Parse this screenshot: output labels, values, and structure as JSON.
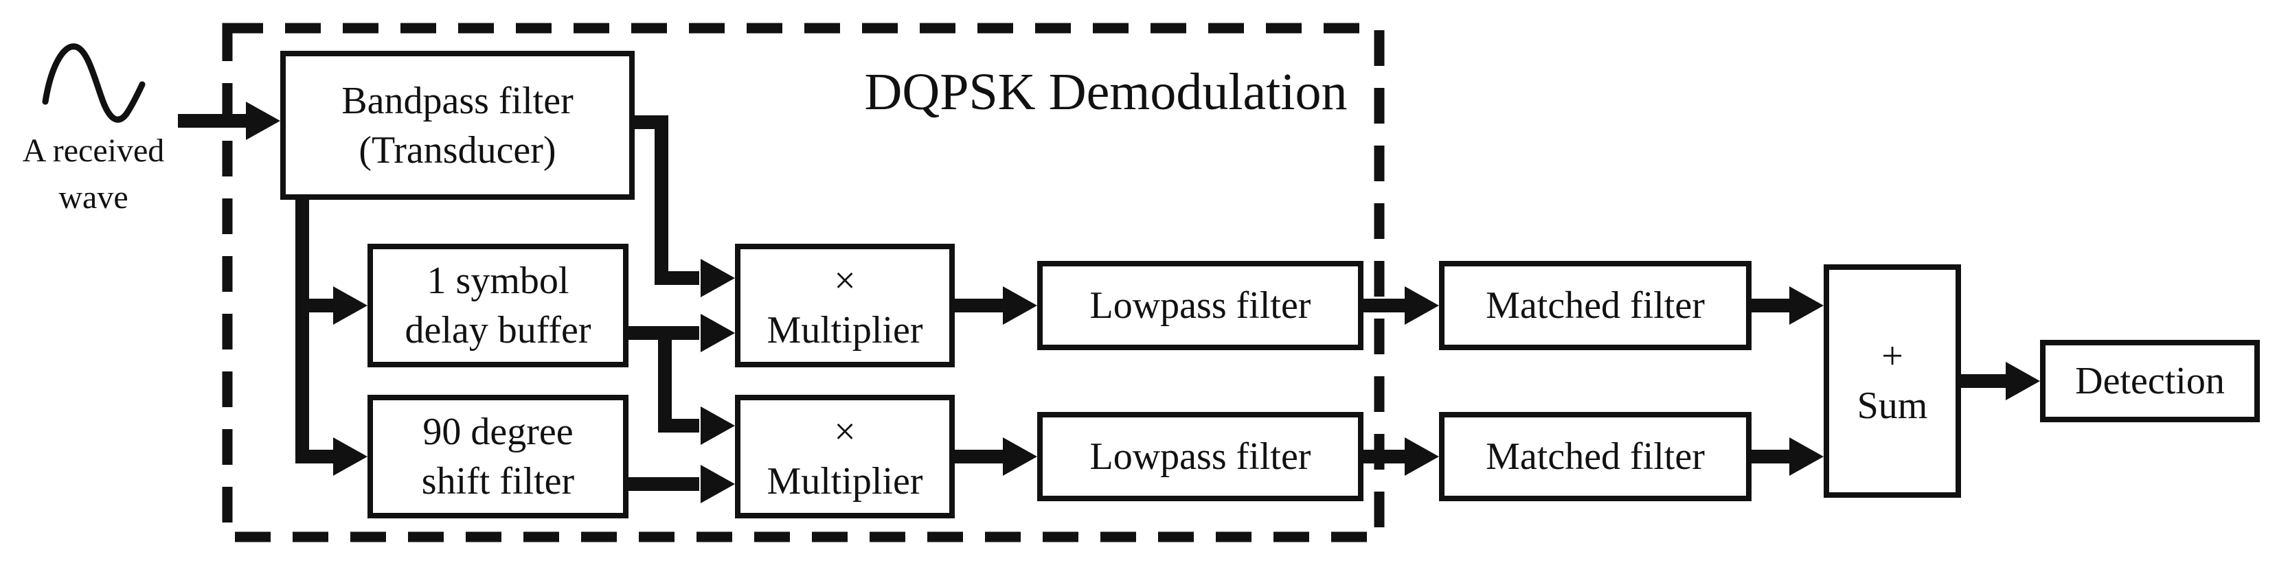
{
  "diagram": {
    "title": "DQPSK Demodulation",
    "source": {
      "icon": "sine-wave-icon",
      "label_line1": "A received",
      "label_line2": "wave"
    },
    "blocks": {
      "bandpass": {
        "line1": "Bandpass filter",
        "line2": "(Transducer)"
      },
      "delay_buffer": {
        "line1": "1 symbol",
        "line2": "delay buffer"
      },
      "phase_shift": {
        "line1": "90 degree",
        "line2": "shift filter"
      },
      "multiplier_i": {
        "line1": "×",
        "line2": "Multiplier"
      },
      "multiplier_q": {
        "line1": "×",
        "line2": "Multiplier"
      },
      "lowpass_i": {
        "label": "Lowpass filter"
      },
      "lowpass_q": {
        "label": "Lowpass filter"
      },
      "matched_i": {
        "label": "Matched filter"
      },
      "matched_q": {
        "label": "Matched filter"
      },
      "sum": {
        "line1": "+",
        "line2": "Sum"
      },
      "detection": {
        "label": "Detection"
      }
    },
    "colors": {
      "ink": "#111111",
      "background": "#ffffff"
    }
  }
}
